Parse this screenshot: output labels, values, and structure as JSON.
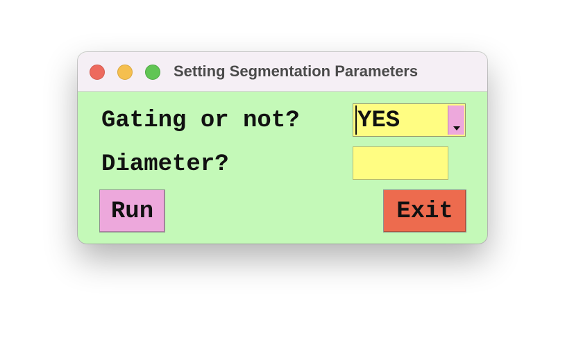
{
  "window": {
    "title": "Setting Segmentation Parameters",
    "controls": [
      "close",
      "minimize",
      "zoom"
    ]
  },
  "form": {
    "gating_label": "Gating or not?",
    "gating_value": "YES",
    "diameter_label": "Diameter?",
    "diameter_value": ""
  },
  "buttons": {
    "run_label": "Run",
    "exit_label": "Exit"
  },
  "colors": {
    "window_background": "#c4f9b8",
    "input_background": "#fffd82",
    "run_button": "#eda8dc",
    "exit_button": "#ed6b4e",
    "close_light": "#ed6a5e",
    "minimize_light": "#f5bf4f",
    "zoom_light": "#61c554"
  },
  "icons": [
    "close-icon",
    "minimize-icon",
    "zoom-icon",
    "chevron-down-icon"
  ]
}
